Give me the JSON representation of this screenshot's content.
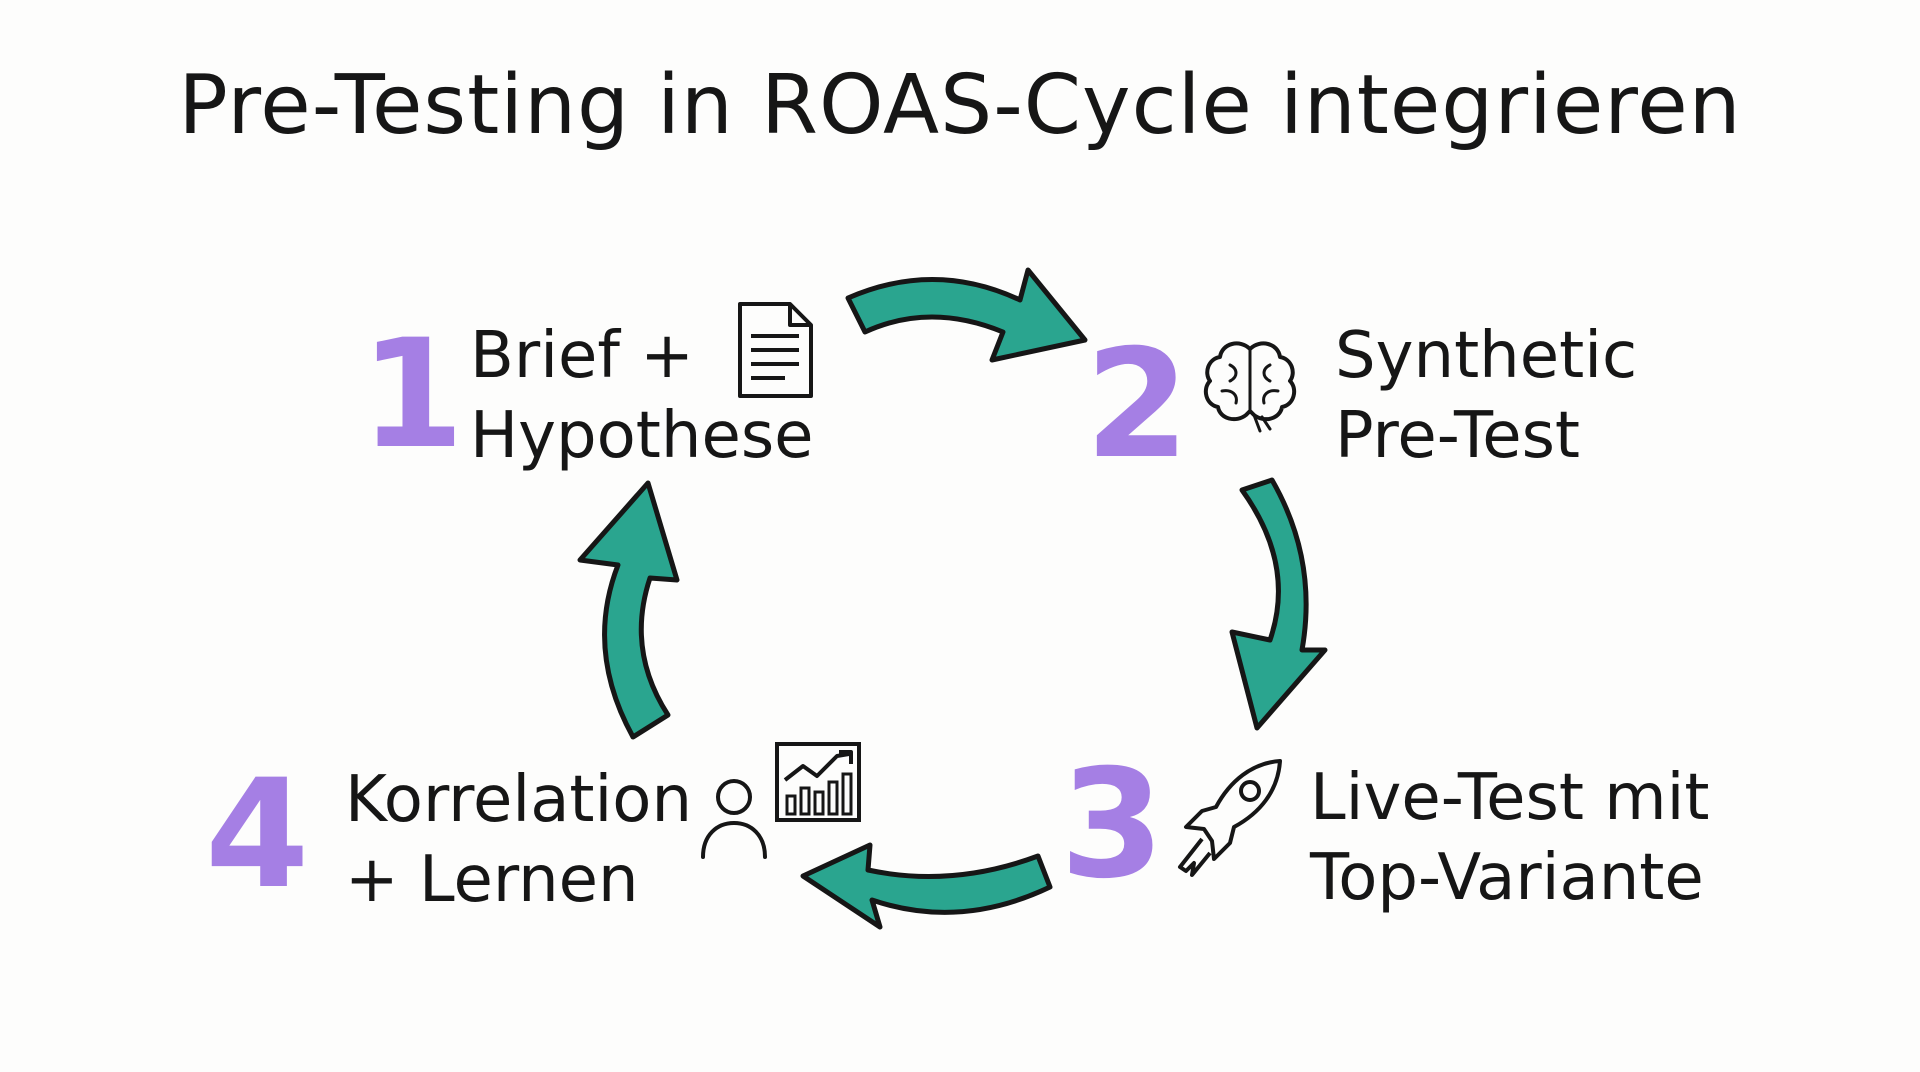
{
  "title": "Pre-Testing in ROAS-Cycle integrieren",
  "colors": {
    "accent_number": "#a57fe4",
    "arrow_fill": "#2aa58f",
    "ink": "#161616"
  },
  "steps": [
    {
      "number": "1",
      "line1": "Brief +",
      "line2": "Hypothese",
      "icon": "document-icon"
    },
    {
      "number": "2",
      "line1": "Synthetic",
      "line2": "Pre-Test",
      "icon": "brain-icon"
    },
    {
      "number": "3",
      "line1": "Live-Test mit",
      "line2": "Top-Variante",
      "icon": "rocket-icon"
    },
    {
      "number": "4",
      "line1": "Korrelation",
      "line2": "+ Lernen",
      "icon": "person-chart-icon"
    }
  ]
}
